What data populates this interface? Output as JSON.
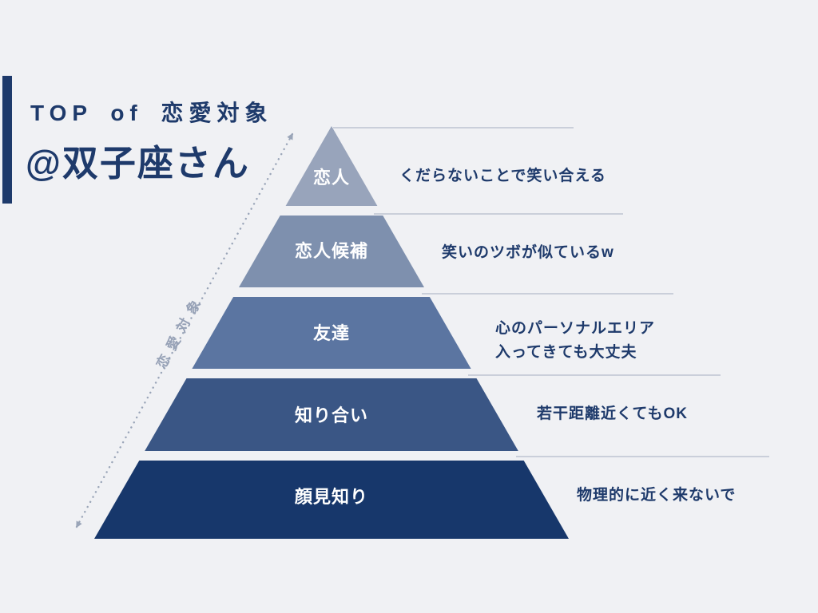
{
  "colors": {
    "background": "#f0f1f4",
    "navy": "#1e3a6b",
    "leader_line": "#b2bbc9",
    "arrow": "#9aa5b8",
    "axis_label_text": "#96a1b6",
    "level_label_text": "#ffffff"
  },
  "title": {
    "line1": "TOP of 恋愛対象",
    "line2": "@双子座さん"
  },
  "axis": {
    "label": "恋愛対象"
  },
  "levels": [
    {
      "label": "恋人",
      "desc1": "くだらないことで笑い合える",
      "color": "#98a4bb"
    },
    {
      "label": "恋人候補",
      "desc1": "笑いのツボが似ているw",
      "color": "#7e90ae"
    },
    {
      "label": "友達",
      "desc1": "心のパーソナルエリア",
      "desc2": "入ってきても大丈夫",
      "color": "#5b75a1"
    },
    {
      "label": "知り合い",
      "desc1": "若干距離近くてもOK",
      "color": "#3a5685"
    },
    {
      "label": "顔見知り",
      "desc1": "物理的に近く来ないで",
      "color": "#17376b"
    }
  ]
}
